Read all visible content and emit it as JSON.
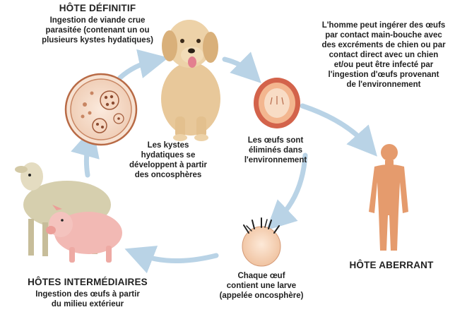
{
  "definitive_host": {
    "title": "HÔTE DÉFINITIF",
    "line1": "Ingestion de viande crue",
    "line2": "parasitée (contenant un ou",
    "line3": "plusieurs kystes hydatiques)"
  },
  "human_info": {
    "line1": "L'homme peut ingérer des œufs",
    "line2": "par contact main-bouche avec",
    "line3": "des excréments de chien ou par",
    "line4": "contact direct avec un chien",
    "line5": "et/ou peut être infecté par",
    "line6": "l'ingestion d'œufs provenant",
    "line7": "de l'environnement"
  },
  "cysts_label": {
    "line1": "Les kystes",
    "line2": "hydatiques se",
    "line3": "développent à partir",
    "line4": "des oncosphères"
  },
  "eggs_label": {
    "line1": "Les œufs sont",
    "line2": "éliminés dans",
    "line3": "l'environnement"
  },
  "aberrant_host": {
    "title": "HÔTE ABERRANT"
  },
  "intermediate_hosts": {
    "title": "HÔTES INTERMÉDIAIRES",
    "line1": "Ingestion des œufs à partir",
    "line2": "du milieu extérieur"
  },
  "egg_larva_label": {
    "line1": "Chaque œuf",
    "line2": "contient une larve",
    "line3": "(appelée oncosphère)"
  },
  "colors": {
    "arrow": "#b9d3e6",
    "cyst_wall": "#b86a45",
    "cyst_fill": "#f4d9c6",
    "egg_wall": "#c7553f",
    "egg_inner": "#f6dfcc",
    "larva": "#f1c8a8",
    "human": "#e59b6d",
    "dog": "#e8c89a",
    "sheep": "#d6cfae",
    "pig": "#f2b9b4"
  }
}
